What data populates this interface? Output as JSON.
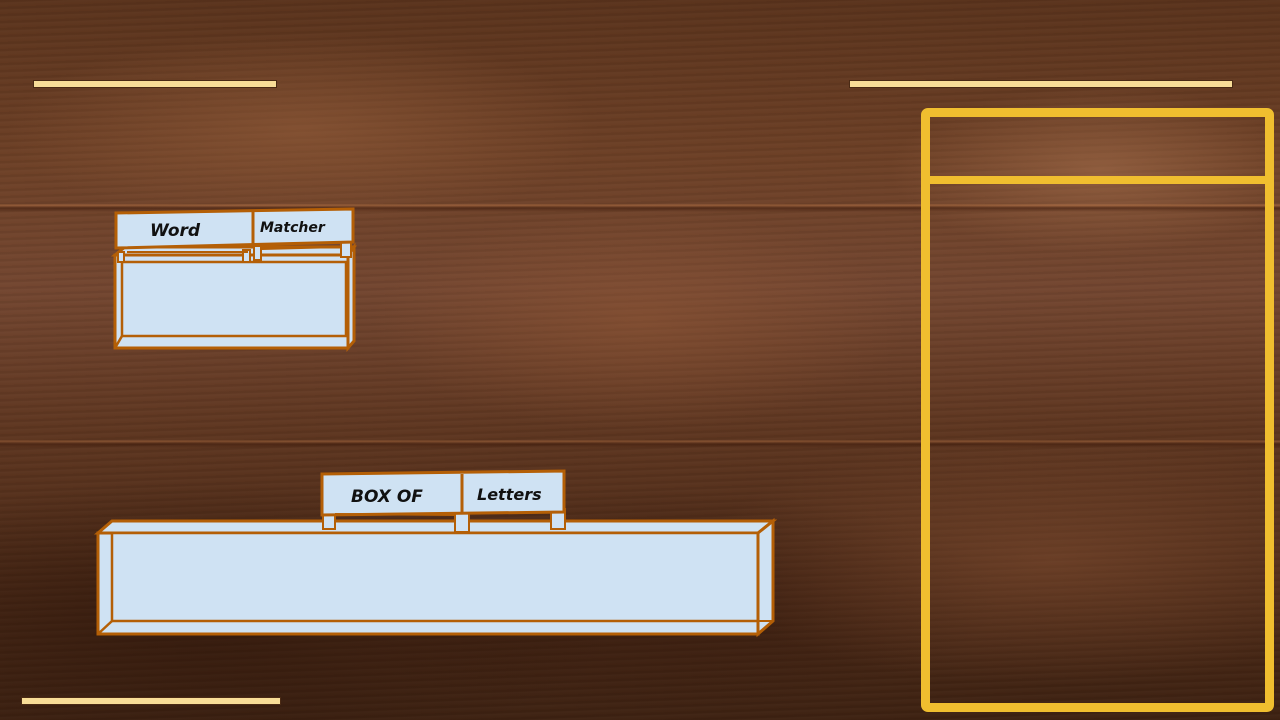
{
  "word_matcher": {
    "label_left": "Word",
    "label_right": "Matcher"
  },
  "box_of_letters": {
    "label_left": "BOX OF",
    "label_right": "Letters"
  },
  "colors": {
    "box_fill": "#cfe2f3",
    "box_stroke": "#b45f06",
    "panel_border": "#f1c232",
    "line_fill": "#f8dd97"
  }
}
